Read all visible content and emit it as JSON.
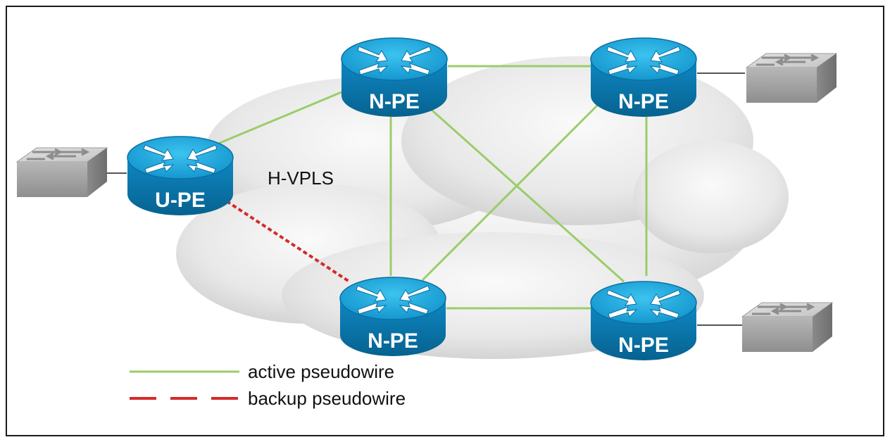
{
  "diagram": {
    "cloud_label": "H-VPLS",
    "colors": {
      "active": "#9acd6a",
      "backup": "#d42a2a",
      "router_top": "#1aa7dd",
      "router_side": "#0a78b3",
      "cloud": "#e6e6e6",
      "switch": "#b9b9b9"
    },
    "routers": [
      {
        "id": "upe",
        "label": "U-PE",
        "icon": "router-icon"
      },
      {
        "id": "npe-top-left",
        "label": "N-PE",
        "icon": "router-icon"
      },
      {
        "id": "npe-top-right",
        "label": "N-PE",
        "icon": "router-icon"
      },
      {
        "id": "npe-bottom-left",
        "label": "N-PE",
        "icon": "router-icon"
      },
      {
        "id": "npe-bottom-right",
        "label": "N-PE",
        "icon": "router-icon"
      }
    ],
    "switches": [
      {
        "id": "switch-left",
        "icon": "switch-icon"
      },
      {
        "id": "switch-top-right",
        "icon": "switch-icon"
      },
      {
        "id": "switch-bottom-right",
        "icon": "switch-icon"
      }
    ],
    "links": [
      {
        "from": "upe",
        "to": "npe-top-left",
        "type": "active"
      },
      {
        "from": "upe",
        "to": "npe-bottom-left",
        "type": "backup"
      },
      {
        "from": "npe-top-left",
        "to": "npe-top-right",
        "type": "active"
      },
      {
        "from": "npe-top-left",
        "to": "npe-bottom-left",
        "type": "active"
      },
      {
        "from": "npe-top-left",
        "to": "npe-bottom-right",
        "type": "active"
      },
      {
        "from": "npe-top-right",
        "to": "npe-bottom-left",
        "type": "active"
      },
      {
        "from": "npe-top-right",
        "to": "npe-bottom-right",
        "type": "active"
      },
      {
        "from": "npe-bottom-left",
        "to": "npe-bottom-right",
        "type": "active"
      }
    ],
    "legend": {
      "active_label": "active pseudowire",
      "backup_label": "backup pseudowire"
    }
  }
}
